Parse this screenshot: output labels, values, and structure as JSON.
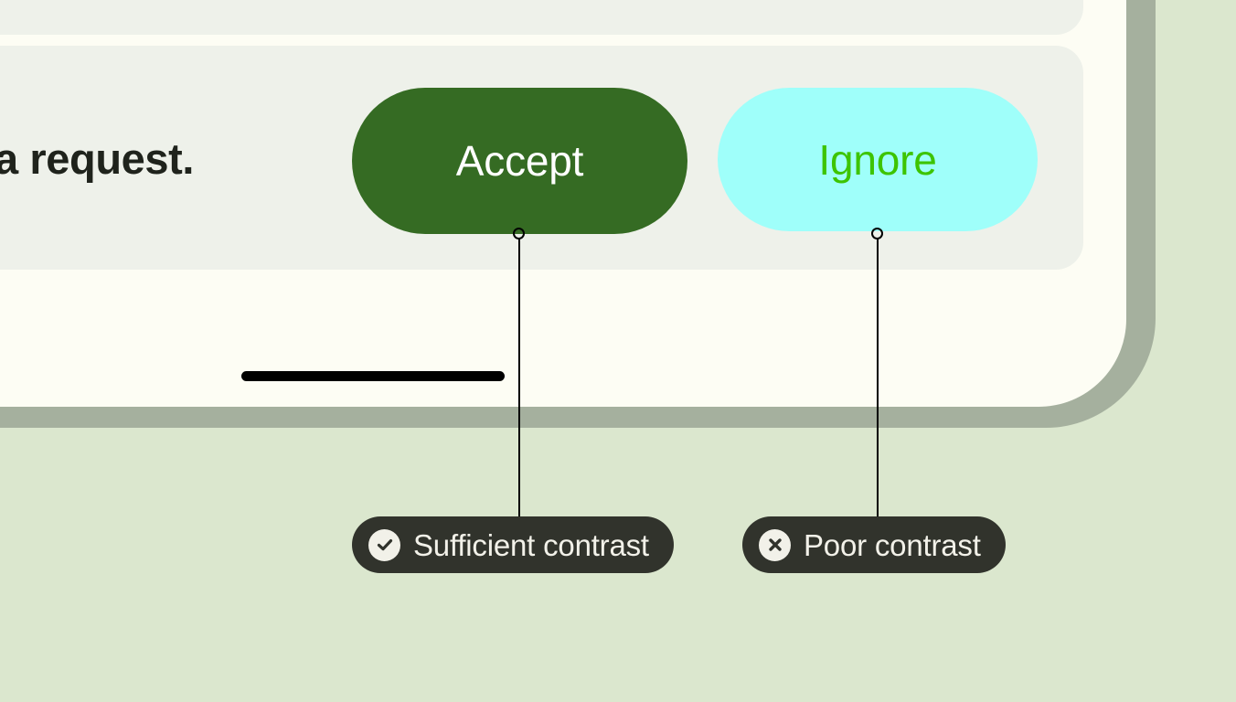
{
  "page": {
    "background_color": "#dbe7ce",
    "title": "Button contrast annotation"
  },
  "phone": {
    "frame_color": "#a5b09e",
    "screen_background": "#fdfdf4",
    "home_indicator_color": "#000000"
  },
  "screen": {
    "cards": [
      {
        "name": "card-top",
        "background": "#eef1ea"
      },
      {
        "name": "card-bottom",
        "background": "#eef1ea"
      }
    ],
    "body_text": "a request.",
    "body_text_color": "#1f231c",
    "buttons": [
      {
        "id": "accept",
        "label": "Accept",
        "background": "#356b23",
        "text_color": "#ffffff",
        "contrast_rating": "Sufficient contrast"
      },
      {
        "id": "ignore",
        "label": "Ignore",
        "background": "#9ffffa",
        "text_color": "#3dc400",
        "contrast_rating": "Poor contrast"
      }
    ]
  },
  "annotations": [
    {
      "id": "sufficient",
      "label": "Sufficient contrast",
      "icon": "check-circle-icon",
      "pill_background": "#31332c",
      "pill_text_color": "#f2f1e9",
      "icon_badge_color": "#f2f1e9",
      "targets": "accept"
    },
    {
      "id": "poor",
      "label": "Poor contrast",
      "icon": "x-circle-icon",
      "pill_background": "#31332c",
      "pill_text_color": "#f2f1e9",
      "icon_badge_color": "#f2f1e9",
      "targets": "ignore"
    }
  ]
}
